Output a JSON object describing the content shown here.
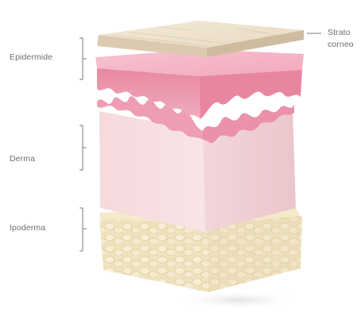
{
  "layers": {
    "epidermide": "Epidermide",
    "derma": "Derma",
    "ipoderma": "Ipoderma",
    "strato_line1": "Strato",
    "strato_line2": "corneo"
  },
  "colors": {
    "stratum_top": "#efe3cf",
    "stratum_side": "#dccbb0",
    "epidermis_top": "#f4b6c6",
    "epidermis_side": "#e98fa8",
    "dermis_front": "#f7dde0",
    "dermis_side": "#efcfd3",
    "hypodermis": "#f1e6c4",
    "bracket": "#7a7a7a"
  }
}
